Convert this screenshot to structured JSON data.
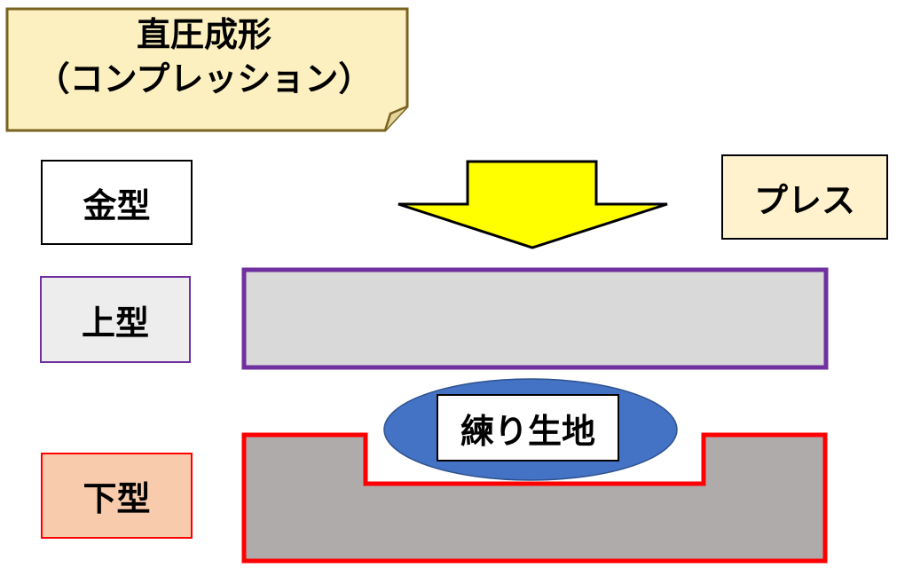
{
  "title": {
    "line1": "直圧成形",
    "line2": "（コンプレッション）"
  },
  "labels": {
    "mold": "金型",
    "press": "プレス",
    "upper_mold": "上型",
    "lower_mold": "下型",
    "dough": "練り生地"
  },
  "colors": {
    "note_fill": "#fdf0c0",
    "note_border": "#7a6320",
    "arrow_fill": "#ffff00",
    "upper_mold_fill": "#d9d9d9",
    "upper_mold_border": "#7030a0",
    "lower_mold_fill": "#afabab",
    "lower_mold_border": "#ff0000",
    "dough_fill": "#4472c4",
    "press_box_fill": "#fff2cc",
    "upper_label_fill": "#ededed",
    "lower_label_fill": "#f8cbad"
  }
}
